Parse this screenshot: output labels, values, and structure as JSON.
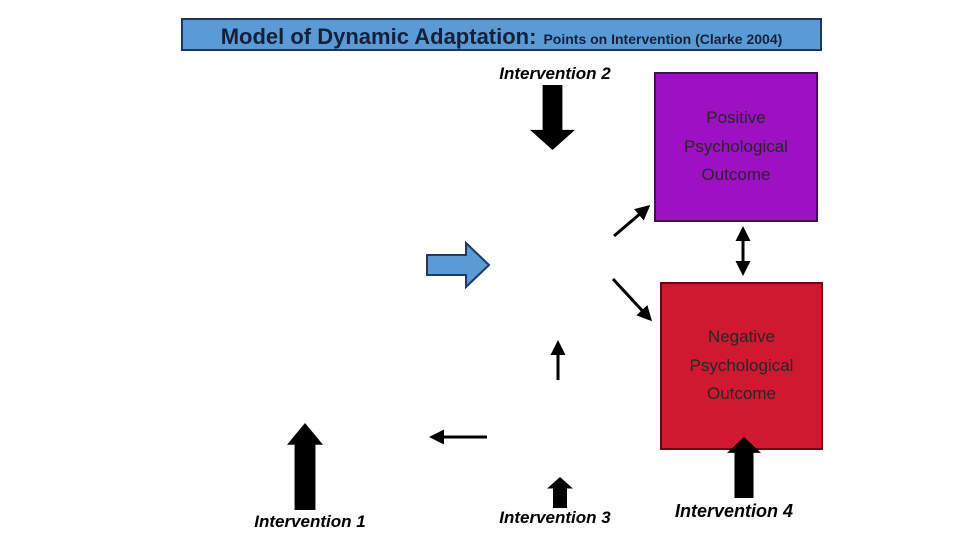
{
  "title": {
    "main": "Model of Dynamic Adaptation:",
    "sub": "Points on Intervention (Clarke 2004)"
  },
  "boxes": {
    "positive": {
      "label": "Positive Psychological Outcome",
      "fill": "#9d10c4"
    },
    "negative": {
      "label": "Negative Psychological Outcome",
      "fill": "#d01931"
    }
  },
  "labels": {
    "intervention1": "Intervention 1",
    "intervention2": "Intervention 2",
    "intervention3": "Intervention 3",
    "intervention4": "Intervention 4"
  },
  "icons": {
    "intervention1_arrow": "up-block-arrow",
    "intervention2_arrow": "down-block-arrow",
    "intervention3_arrow": "up-block-arrow",
    "intervention4_arrow": "up-block-arrow",
    "flow_arrow": "right-block-arrow",
    "outcome_link": "double-headed-vertical-arrow",
    "positive_in_arrow": "diagonal-up-right-arrow",
    "negative_in_arrow": "diagonal-down-right-arrow",
    "mid_up_arrow": "thin-up-arrow",
    "mid_left_arrow": "thin-left-arrow"
  },
  "colors": {
    "title_bg": "#5b9bd5",
    "title_border": "#17375e",
    "title_text": "#14213d",
    "positive_box": "#9d10c4",
    "negative_box": "#d01931",
    "blue_arrow_fill": "#5b9bd5",
    "blue_arrow_border": "#1f3864",
    "connector": "#000000"
  }
}
